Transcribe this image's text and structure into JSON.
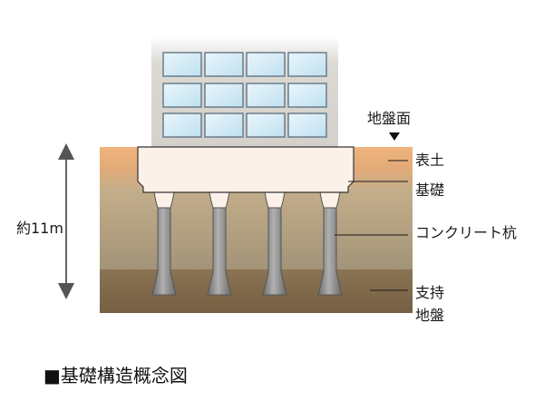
{
  "labels": {
    "ground_surface": "地盤面",
    "topsoil": "表土",
    "foundation": "基礎",
    "concrete_pile": "コンクリート杭",
    "bearing_layer_line1": "支持",
    "bearing_layer_line2": "地盤",
    "depth": "約11m"
  },
  "caption": "■基礎構造概念図",
  "colors": {
    "building": "#dad7d2",
    "window": "#cfe9f6",
    "window_frame": "#6a7d8a",
    "topsoil": "#e9a86e",
    "soil": "#a8987a",
    "bearing": "#806a4c",
    "foundation": "#fbf1e9",
    "pile": "#8c8c8c",
    "leader": "#1a1a1a"
  }
}
